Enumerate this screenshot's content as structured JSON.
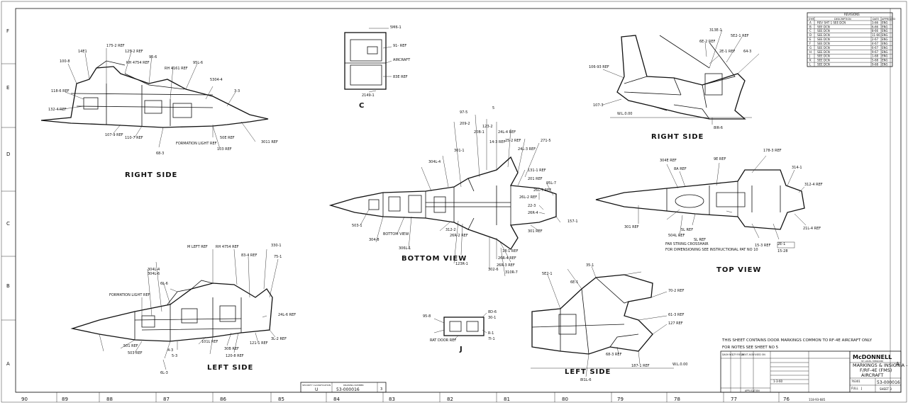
{
  "border": {
    "zones_left": [
      "F",
      "E",
      "D",
      "C",
      "B",
      "A"
    ],
    "zones_bottom": [
      "90",
      "89",
      "88",
      "87",
      "86",
      "85",
      "84",
      "83",
      "82",
      "81",
      "80",
      "79",
      "78",
      "77",
      "76"
    ]
  },
  "views": {
    "right_side_1": "RIGHT SIDE",
    "right_side_2": "RIGHT SIDE",
    "left_side_1": "LEFT SIDE",
    "left_side_2": "LEFT SIDE",
    "bottom": "BOTTOM VIEW",
    "top": "TOP VIEW",
    "detail_c": "C",
    "detail_j": "J"
  },
  "callouts": {
    "rs1": [
      "14E1",
      "175-2 REF",
      "125-2 REF",
      "95-6",
      "RH 4754 REF",
      "RH 4161 REF",
      "95L-6",
      "100-8",
      "5304-4",
      "3-3",
      "118-6 REF",
      "132-4 REF",
      "107-9 REF",
      "110-7 REF",
      "68-3",
      "50E REF",
      "103 REF",
      "3011 REF",
      "FORMATION LIGHT REF"
    ],
    "rs2": [
      "313E-1",
      "5E2-1 REF",
      "6E-2 REF",
      "2E-1 REF",
      "64-3",
      "106-93 REF",
      "107-3",
      "W.L.0.00",
      "8IR-6"
    ],
    "detail_c": [
      "5M6-1",
      "91- REF",
      "AIRCRAFT",
      "83E REF",
      "2149-1"
    ],
    "bottom": [
      "97-5",
      "5",
      "209-2",
      "123-2",
      "20B-1",
      "24L-4 REF",
      "14-3 REF",
      "25-2 REF",
      "24L-3 REF",
      "271-5",
      "301-1",
      "304L-4",
      "131-1 REF",
      "201 REF",
      "95L-7",
      "26L-7 REF",
      "26L-2 REF",
      "22-3",
      "26R-4",
      "157-1",
      "301 REF",
      "503-1",
      "306L-1",
      "312-2",
      "26R-2 REF",
      "18-1 REF",
      "26R-4 REF",
      "26R-3 REF",
      "310R-7",
      "123R-1",
      "302-6",
      "304-8",
      "BOTTOM VIEW"
    ],
    "top": [
      "304E REF",
      "8A REF",
      "9E REF",
      "178-3 REF",
      "314-1",
      "312-4 REF",
      "301 REF",
      "5L REF",
      "504L REF",
      "FAR STRING CROSSHAIR",
      "FOR DIMENSIONING SEE INSTRUCTIONAL PAT NO 10",
      "21L-4 REF",
      "SL REF",
      "15-3 REF",
      "2E-1",
      "15-28"
    ],
    "ls1": [
      "M LEFT REF",
      "RH 4754 REF",
      "83-4 REF",
      "330-1",
      "75-1",
      "304L-4",
      "304L-6",
      "6L-6",
      "FORMATION LIGHT REF",
      "24L-6 REF",
      "501 REF",
      "503 REF",
      "4-3",
      "5-3",
      "101L REF",
      "30B REF",
      "120-8 REF",
      "121-1 REF",
      "3L-2 REF",
      "6L-3"
    ],
    "ls2": [
      "5E2-1",
      "6E-1",
      "35-1",
      "70-2 REF",
      "61-3 REF",
      "127 REF",
      "68-3 REF",
      "187-1 REF",
      "8I1L-6",
      "W.L.0.00"
    ],
    "detail_j": [
      "95-8",
      "8D-6",
      "RAT DOOR REF",
      "30-1",
      "R-1",
      "7I-1"
    ]
  },
  "notes": {
    "line1": "THIS SHEET CONTAINS DOOR MARKINGS COMMON TO RF-4E AIRCRAFT ONLY",
    "line2": "FOR NOTES SEE SHEET NO 5"
  },
  "title_block": {
    "company": "McDONNELL",
    "location": "ST. LOUIS, MISSOURI",
    "title_1": "MARKINGS & INSIGNIA -",
    "title_2": "F/RF-4E (FMS)",
    "title_3": "AIRCRAFT",
    "drawing_number": "53-000016",
    "scale": "FULL",
    "sheet": "SHEET 3",
    "code_ident": "76301",
    "size": "J",
    "date": "1-3-60",
    "security_label": "SECURITY CLASSIFICATION",
    "security_value": "U",
    "drawing_label": "DRAWING NUMBER",
    "sh_label": "SH",
    "sh_value": "3",
    "rev_label": "REV",
    "rev_value": "NC",
    "col_heads": [
      "NEXT ASSY",
      "USED ON",
      "APPLICATION",
      "QTY REQD",
      "DASH NO"
    ]
  },
  "stub": {
    "security": "SECURITY CLASSIFICATION",
    "sec_value": "U",
    "drawing_label": "DRAWING NUMBER",
    "drawing_number": "53-000016",
    "sh": "3"
  },
  "revisions": {
    "header": "REVISIONS",
    "columns": [
      "SYM",
      "DESCRIPTION",
      "DATE",
      "APPROVED"
    ],
    "rows": [
      {
        "sym": "A",
        "desc": "REV SHT 1 SEE DCN",
        "date": "3-66",
        "appr": "ENG"
      },
      {
        "sym": "B",
        "desc": "SEE DCN",
        "date": "6-66",
        "appr": "ENG"
      },
      {
        "sym": "C",
        "desc": "SEE DCN",
        "date": "8-66",
        "appr": "ENG"
      },
      {
        "sym": "D",
        "desc": "SEE DCN",
        "date": "11-66",
        "appr": "ENG"
      },
      {
        "sym": "E",
        "desc": "SEE DCN",
        "date": "2-67",
        "appr": "ENG"
      },
      {
        "sym": "F",
        "desc": "SEE DCN",
        "date": "4-67",
        "appr": "ENG"
      },
      {
        "sym": "G",
        "desc": "SEE DCN",
        "date": "6-67",
        "appr": "ENG"
      },
      {
        "sym": "H",
        "desc": "SEE DCN",
        "date": "9-67",
        "appr": "ENG"
      },
      {
        "sym": "J",
        "desc": "SEE DCN",
        "date": "1-68",
        "appr": "ENG"
      },
      {
        "sym": "K",
        "desc": "SEE DCN",
        "date": "5-68",
        "appr": "ENG"
      },
      {
        "sym": "L",
        "desc": "SEE DCN",
        "date": "9-68",
        "appr": "ENG"
      }
    ]
  },
  "footer_code": "118-93-685",
  "colors": {
    "ink": "#111111",
    "paper": "#ffffff"
  }
}
